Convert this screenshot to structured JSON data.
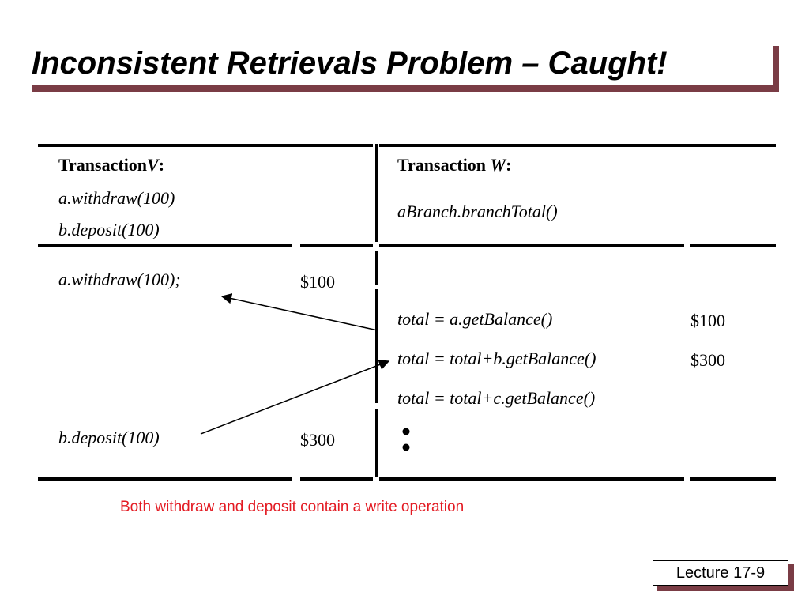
{
  "slide": {
    "title": "Inconsistent Retrievals Problem – Caught!",
    "lecture_label": "Lecture 17-9",
    "note": "Both withdraw and deposit contain a write operation"
  },
  "table": {
    "left_header": {
      "label": "Transaction",
      "name": "V",
      "colon": ":",
      "ops": [
        "a.withdraw(100)",
        "b.deposit(100)"
      ]
    },
    "right_header": {
      "label": "Transaction ",
      "name": "W",
      "colon": ":",
      "ops": [
        "aBranch.branchTotal()"
      ]
    },
    "left_rows": [
      {
        "op": "a.withdraw(100);",
        "value": "$100"
      },
      {
        "op": "b.deposit(100)",
        "value": "$300"
      }
    ],
    "right_rows": [
      {
        "op": "total = a.getBalance()",
        "value": "$100"
      },
      {
        "op": "total = total+b.getBalance()",
        "value": "$300"
      },
      {
        "op": "total = total+c.getBalance()",
        "value": ""
      }
    ]
  },
  "colors": {
    "accent_shadow": "#7a3c45",
    "note_red": "#e31b23"
  }
}
